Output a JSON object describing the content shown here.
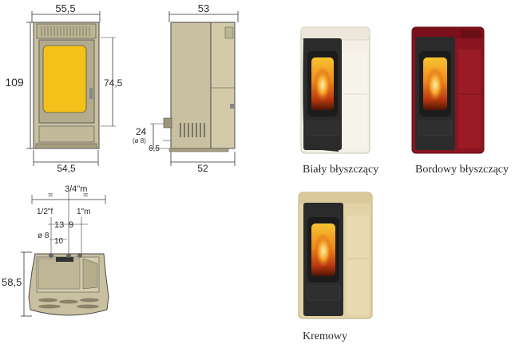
{
  "front_view": {
    "width_top": "55,5",
    "height": "109",
    "glass_height": "74,5",
    "width_bottom": "54,5"
  },
  "side_view": {
    "depth_top": "53",
    "flue_height": "24",
    "flue_diameter": "(ø 8)",
    "flue_offset": "6,5",
    "depth_bottom": "52"
  },
  "plan_view": {
    "connection_top": "3/4\"m",
    "equal_left": "=",
    "equal_right": "=",
    "connection_left": "1/2\"f",
    "connection_right": "1\"m",
    "spacing_13": "13",
    "spacing_9": "9",
    "diameter_8": "ø 8",
    "spacing_10": "10",
    "depth": "58,5"
  },
  "colors": {
    "stove_outline": "#4a4a4a",
    "body_beige": "#c8c0a0",
    "glass_yellow": "#f2c21a",
    "photo_frame_black": "#2b2b2b",
    "white_panel": "#f4f0e6",
    "bordeaux_panel": "#8a1520",
    "cream_panel": "#e2d3a6"
  },
  "variants": [
    {
      "label": "Biały błyszczący",
      "panel_color": "#f4f0e6"
    },
    {
      "label": "Bordowy błyszczący",
      "panel_color": "#8a1520"
    },
    {
      "label": "Kremowy",
      "panel_color": "#e2d3a6"
    }
  ]
}
